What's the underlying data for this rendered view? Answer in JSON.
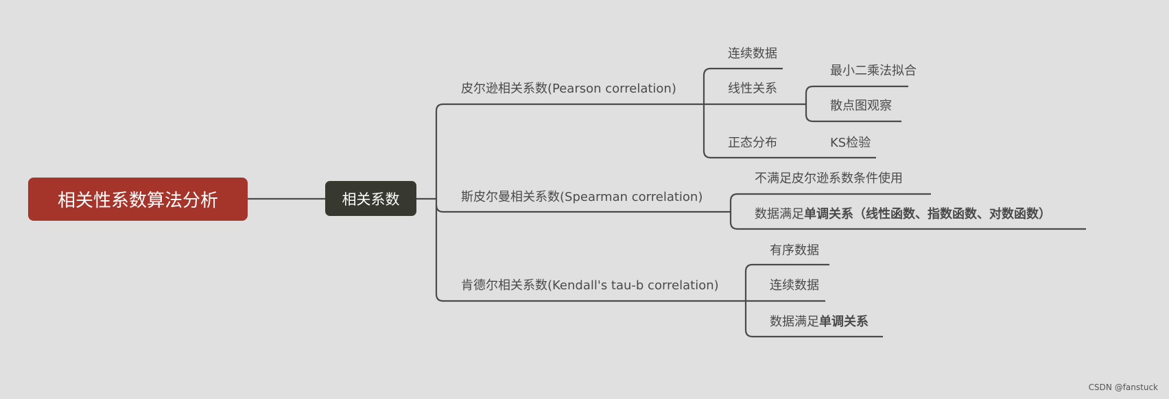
{
  "root": {
    "label": "相关性系数算法分析"
  },
  "main": {
    "label": "相关系数"
  },
  "branches": [
    {
      "label": "皮尔逊相关系数(Pearson correlation)",
      "children": [
        {
          "label": "连续数据"
        },
        {
          "label": "线性关系",
          "children": [
            {
              "label": "最小二乘法拟合"
            },
            {
              "label": "散点图观察"
            }
          ]
        },
        {
          "label": "正态分布",
          "children": [
            {
              "label": "KS检验"
            }
          ]
        }
      ]
    },
    {
      "label": "斯皮尔曼相关系数(Spearman correlation)",
      "children": [
        {
          "label": "不满足皮尔逊系数条件使用"
        },
        {
          "prefix": "数据满足",
          "bold": "单调关系（线性函数、指数函数、对数函数）"
        }
      ]
    },
    {
      "label": "肯德尔相关系数(Kendall's tau-b correlation)",
      "children": [
        {
          "label": "有序数据"
        },
        {
          "label": "连续数据"
        },
        {
          "prefix": "数据满足",
          "bold": "单调关系"
        }
      ]
    }
  ],
  "watermark": "CSDN @fanstuck",
  "colors": {
    "background": "#e0e0e0",
    "root": "#a5352a",
    "main": "#37382f",
    "line": "#4a4a4a"
  }
}
